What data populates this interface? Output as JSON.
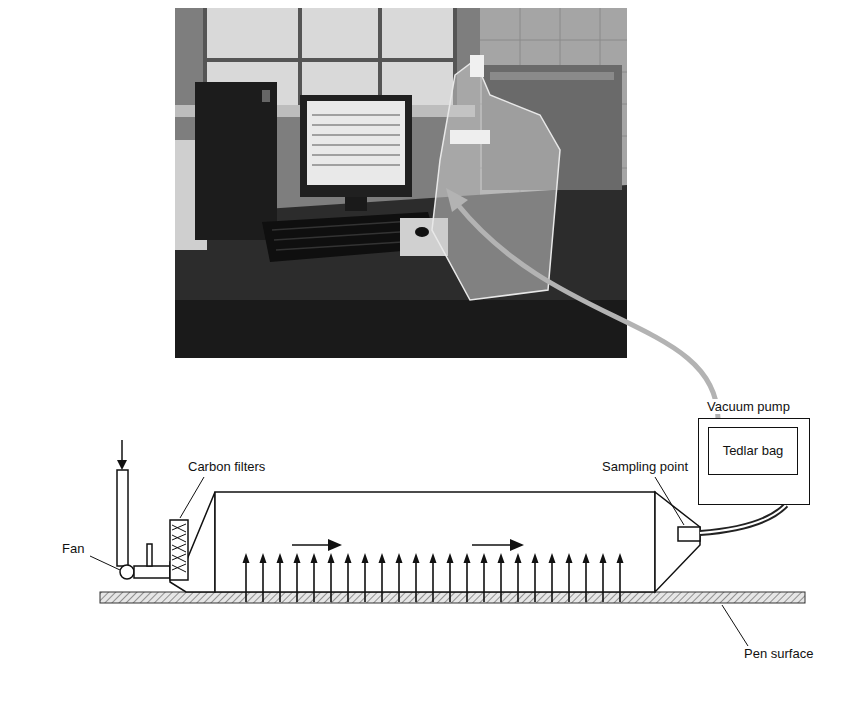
{
  "diagram": {
    "nodes": [
      {
        "text": [
          "Vacuum pump"
        ]
      },
      {
        "text": [
          "Tedlar bag"
        ],
        "in": 0
      }
    ],
    "labels": [
      "Fan",
      "Carbon filters",
      "Sampling point",
      "Pen surface"
    ]
  }
}
